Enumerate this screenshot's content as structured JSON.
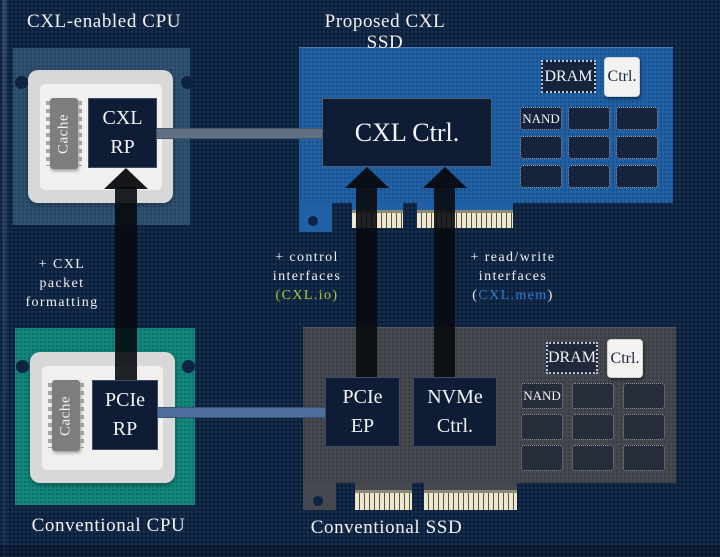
{
  "titles": {
    "cxl_cpu": "CXL-enabled CPU",
    "proposed_ssd": "Proposed CXL\nSSD",
    "conventional_cpu": "Conventional CPU",
    "conventional_ssd": "Conventional SSD"
  },
  "cxl_cpu": {
    "cache_label": "Cache",
    "rp_label": "CXL\nRP"
  },
  "conventional_cpu": {
    "cache_label": "Cache",
    "rp_label": "PCIe\nRP"
  },
  "proposed_ssd": {
    "ctrl_label": "CXL Ctrl.",
    "dram_label": "DRAM",
    "ctrl_small_label": "Ctrl.",
    "nand_label": "NAND"
  },
  "conventional_ssd": {
    "ep_label": "PCIe\nEP",
    "nvme_label": "NVMe\nCtrl.",
    "dram_label": "DRAM",
    "ctrl_small_label": "Ctrl.",
    "nand_label": "NAND"
  },
  "annotations": {
    "cpu_link": {
      "lines": "+ CXL\npacket\nformatting"
    },
    "io_link": {
      "lines": "+ control\ninterfaces",
      "tag_open": "(",
      "tag_text": "CXL.io",
      "tag_close": ")",
      "tag_color": "#b6c93a",
      "paren_color": "#b6c93a"
    },
    "mem_link": {
      "lines": "+ read/write\ninterfaces",
      "tag_open": "(",
      "tag_text": "CXL.mem",
      "tag_close": ")",
      "tag_color": "#2e7fd6",
      "paren_color": "#e8eef5"
    }
  },
  "colors": {
    "background": "#102646",
    "cxl_cpu_board": "#2d5170",
    "proposed_ssd_board": "#2060a6",
    "conventional_cpu_board": "#12867c",
    "conventional_ssd_board": "#45484e",
    "chip_dark": "#0e1c36",
    "connector_top_line": "#5f7184",
    "connector_bottom_line": "#4e6f9e",
    "arrow": "#0a0d12",
    "cxl_io_accent": "#b6c93a",
    "cxl_mem_accent": "#2e7fd6"
  }
}
